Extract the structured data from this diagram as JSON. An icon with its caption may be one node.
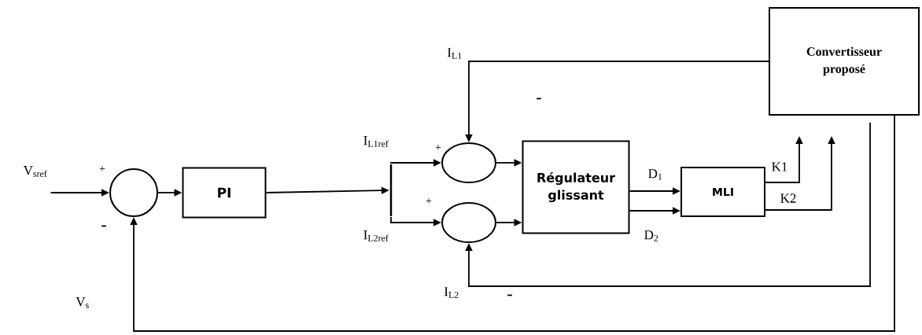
{
  "diagram": {
    "nodes": [
      {
        "text": [
          "V$_{sref}$"
        ]
      },
      {
        "text": [],
        "shape": "circle"
      },
      {
        "text": [
          "PI"
        ]
      },
      {
        "text": [],
        "shape": "bar"
      },
      {
        "text": [],
        "shape": "circle"
      },
      {
        "text": [],
        "shape": "circle"
      },
      {
        "text": [
          "Régulateur glissant"
        ]
      },
      {
        "text": [
          "MLI"
        ]
      },
      {
        "text": [
          "Convertisseur proposé"
        ]
      }
    ],
    "edges": [
      {
        "from": 0,
        "to": 1,
        "arrow": "to"
      },
      {
        "from": 1,
        "to": 2,
        "arrow": "to"
      },
      {
        "from": 2,
        "to": 3,
        "arrow": "to"
      },
      {
        "from": 3,
        "to": 4,
        "arrow": "to",
        "label": "I$_{L1ref}$"
      },
      {
        "from": 3,
        "to": 5,
        "arrow": "to",
        "label": "I$_{L2ref}$"
      },
      {
        "from": 4,
        "to": 6,
        "arrow": "to"
      },
      {
        "from": 5,
        "to": 6,
        "arrow": "to"
      },
      {
        "from": 6,
        "to": 7,
        "arrow": "to",
        "label": "D$_{1}$"
      },
      {
        "from": 6,
        "to": 7,
        "arrow": "to",
        "label": "D$_{2}$"
      },
      {
        "from": 7,
        "to": 8,
        "arrow": "to",
        "label": "K1"
      },
      {
        "from": 7,
        "to": 8,
        "arrow": "to",
        "label": "K2"
      },
      {
        "from": 8,
        "to": 4,
        "arrow": "to",
        "label": "I$_{L1}$"
      },
      {
        "from": 8,
        "to": 5,
        "arrow": "to",
        "label": "I$_{L2}$"
      },
      {
        "from": 8,
        "to": 1,
        "arrow": "to",
        "label": "V$_{s}$"
      }
    ],
    "labels": [
      "+",
      "-",
      "-",
      "+",
      "+",
      "-"
    ]
  }
}
